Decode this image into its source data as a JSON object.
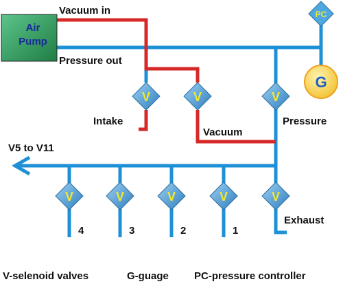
{
  "air_pump": {
    "line1": "Air",
    "line2": "Pump"
  },
  "lines": {
    "vacuum_in": "Vacuum in",
    "pressure_out": "Pressure out",
    "intake": "Intake",
    "vacuum": "Vacuum",
    "pressure": "Pressure",
    "exhaust": "Exhaust",
    "manifold": "V5 to V11"
  },
  "valve_letter": "V",
  "gauge_letter": "G",
  "controller_letter": "PC",
  "valve_numbers": [
    "4",
    "3",
    "2",
    "1"
  ],
  "legend": {
    "valves": "V-selenoid valves",
    "gauge": "G-guage",
    "controller": "PC-pressure controller"
  },
  "colors": {
    "pressure_line": "#1e90d6",
    "vacuum_line": "#d62828",
    "pump_fill": "#2e9e5b",
    "pump_text": "#1a2a9c",
    "valve_fill": "#5aa8dd",
    "valve_letter": "#f2e830",
    "gauge_fill": "#f6d44a",
    "gauge_ring": "#f0a020",
    "gauge_letter": "#1a5fc4",
    "controller_fill": "#4fa8e0",
    "controller_letter": "#f2e830",
    "text": "#111111"
  }
}
